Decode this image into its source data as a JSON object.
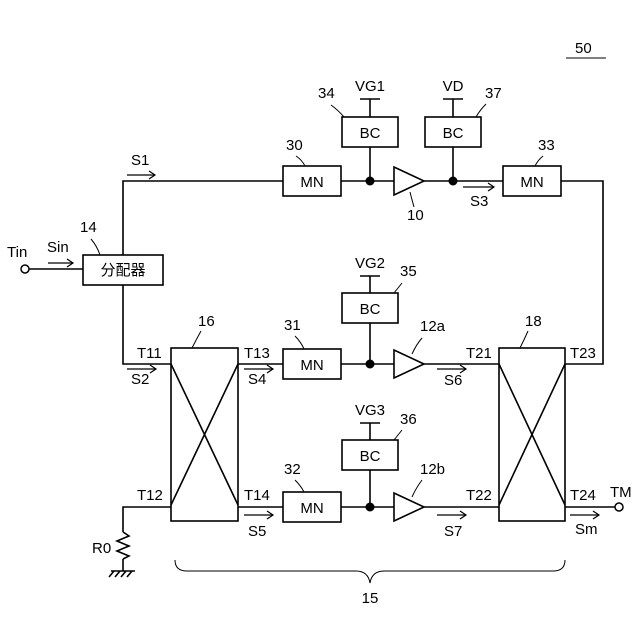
{
  "figure_number": "50",
  "input": {
    "terminal": "Tin",
    "signal": "Sin"
  },
  "splitter": {
    "label": "分配器",
    "ref": "14"
  },
  "combiner_pair_ref": "15",
  "coupler_in": {
    "ref": "16",
    "terminals": {
      "t11": "T11",
      "t12": "T12",
      "t13": "T13",
      "t14": "T14"
    }
  },
  "coupler_out": {
    "ref": "18",
    "terminals": {
      "t21": "T21",
      "t22": "T22",
      "t23": "T23",
      "t24": "T24"
    }
  },
  "carrier_path": {
    "mn_in": {
      "label": "MN",
      "ref": "30"
    },
    "amp_ref": "10",
    "bias_gate": {
      "label": "BC",
      "ref": "34",
      "supply": "VG1"
    },
    "bias_drain": {
      "label": "BC",
      "ref": "37",
      "supply": "VD"
    },
    "mn_out": {
      "label": "MN",
      "ref": "33"
    }
  },
  "peak_path_a": {
    "mn_in": {
      "label": "MN",
      "ref": "31"
    },
    "amp_ref": "12a",
    "bias_gate": {
      "label": "BC",
      "ref": "35",
      "supply": "VG2"
    }
  },
  "peak_path_b": {
    "mn_in": {
      "label": "MN",
      "ref": "32"
    },
    "amp_ref": "12b",
    "bias_gate": {
      "label": "BC",
      "ref": "36",
      "supply": "VG3"
    }
  },
  "signals": {
    "s1": "S1",
    "s2": "S2",
    "s3": "S3",
    "s4": "S4",
    "s5": "S5",
    "s6": "S6",
    "s7": "S7",
    "sm": "Sm"
  },
  "termination": {
    "resistor": "R0"
  },
  "output": {
    "terminal": "TM"
  }
}
